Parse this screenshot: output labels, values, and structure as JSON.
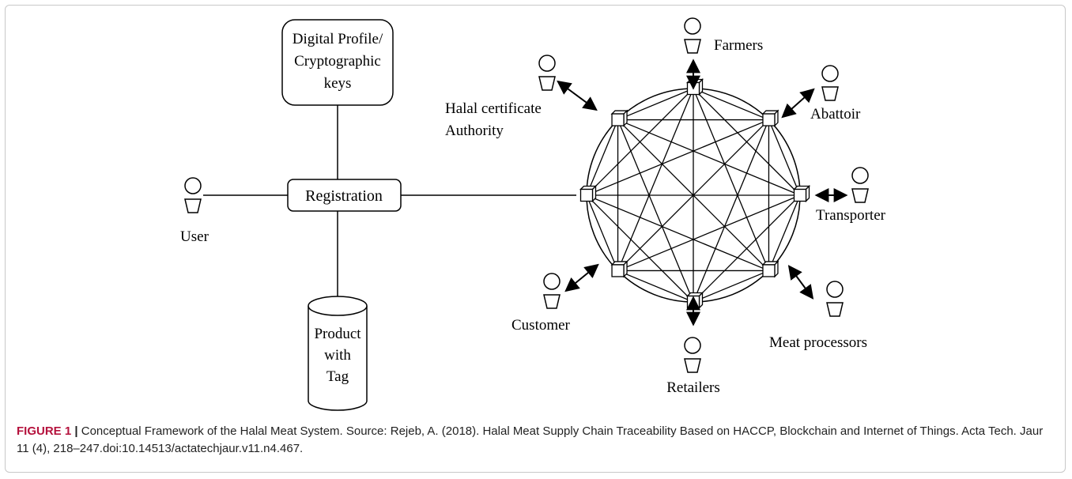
{
  "diagram": {
    "digital_profile": [
      "Digital Profile/",
      "Cryptographic",
      "keys"
    ],
    "registration": "Registration",
    "user": "User",
    "product_tag": [
      "Product",
      "with",
      "Tag"
    ],
    "participants": {
      "farmers": "Farmers",
      "abattoir": "Abattoir",
      "transporter": "Transporter",
      "meat_processors": "Meat processors",
      "retailers": "Retailers",
      "customer": "Customer",
      "halal_authority": [
        "Halal certificate",
        "Authority"
      ]
    }
  },
  "caption": {
    "label": "FIGURE 1",
    "separator": " | ",
    "text": "Conceptual Framework of the Halal Meat System. Source: Rejeb, A. (2018). Halal Meat Supply Chain Traceability Based on HACCP, Blockchain and Internet of Things. Acta Tech. Jaur 11 (4), 218–247.doi:10.14513/actatechjaur.v11.n4.467."
  }
}
